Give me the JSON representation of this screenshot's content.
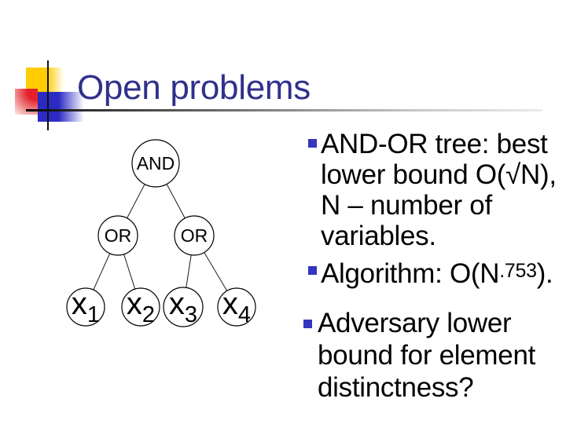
{
  "slide": {
    "title": "Open problems",
    "colors": {
      "title": "#30308C",
      "bullet": "#3535BE",
      "accent_yellow": "#FFCC00",
      "accent_red": "#E3202B",
      "accent_blue": "#2B2BC4"
    }
  },
  "tree": {
    "root": "AND",
    "internal": [
      "OR",
      "OR"
    ],
    "leaves": [
      {
        "base": "x",
        "sub": "1"
      },
      {
        "base": "x",
        "sub": "2"
      },
      {
        "base": "x",
        "sub": "3"
      },
      {
        "base": "x",
        "sub": "4"
      }
    ]
  },
  "bullets_top": [
    {
      "lines": [
        "AND-OR tree: best",
        "lower bound O(√N),",
        "N – number of",
        "variables."
      ]
    },
    {
      "formula": {
        "pre": "Algorithm: O(N",
        "sup": ".753",
        "post": ")."
      }
    }
  ],
  "bullets_bottom": [
    {
      "lines": [
        "Adversary lower",
        "bound for element",
        "distinctness?"
      ]
    }
  ]
}
